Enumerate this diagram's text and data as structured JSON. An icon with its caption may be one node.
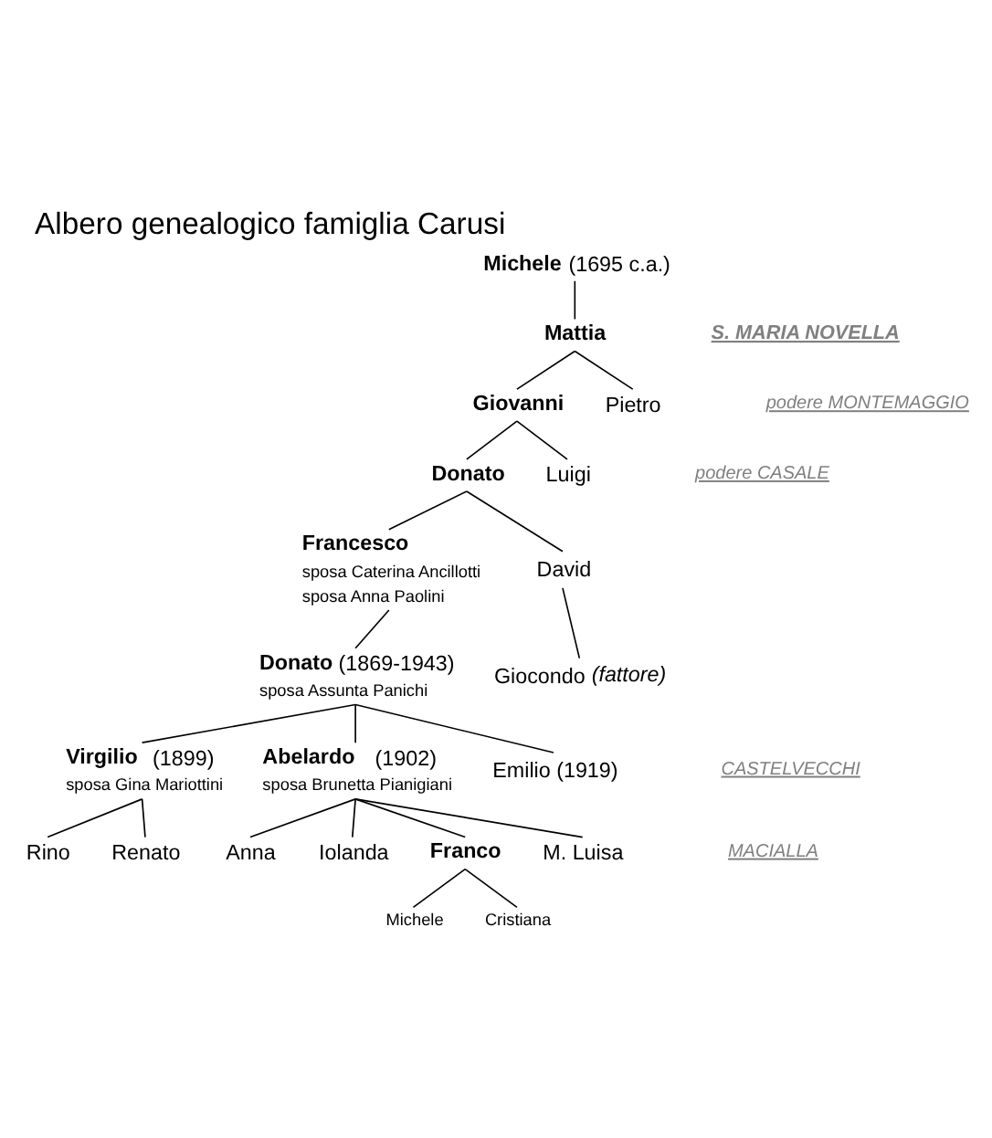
{
  "diagram": {
    "title": "Albero genealogico famiglia Carusi",
    "nodes": [
      {
        "text": [
          "**Michele** (1695 c.a.)"
        ]
      },
      {
        "text": [
          "Mattia"
        ]
      },
      {
        "text": [
          "Giovanni"
        ]
      },
      {
        "text": [
          "Pietro"
        ]
      },
      {
        "text": [
          "Donato"
        ]
      },
      {
        "text": [
          "Luigi"
        ]
      },
      {
        "text": [
          "Francesco",
          "sposa Caterina Ancillotti",
          "sposa Anna Paolini"
        ]
      },
      {
        "text": [
          "David"
        ]
      },
      {
        "text": [
          "**Donato** (1869-1943)",
          "sposa Assunta Panichi"
        ]
      },
      {
        "text": [
          "Giocondo *(fattore)*"
        ]
      },
      {
        "text": [
          "**Virgilio** (1899)",
          "sposa Gina Mariottini"
        ]
      },
      {
        "text": [
          "**Abelardo** (1902)",
          "sposa Brunetta Pianigiani"
        ]
      },
      {
        "text": [
          "Emilio (1919)"
        ]
      },
      {
        "text": [
          "Rino"
        ]
      },
      {
        "text": [
          "Renato"
        ]
      },
      {
        "text": [
          "Anna"
        ]
      },
      {
        "text": [
          "Iolanda"
        ]
      },
      {
        "text": [
          "Franco"
        ]
      },
      {
        "text": [
          "M. Luisa"
        ]
      },
      {
        "text": [
          "Michele"
        ]
      },
      {
        "text": [
          "Cristiana"
        ]
      }
    ],
    "edges": [
      {
        "from": 0,
        "to": 1,
        "arrow": "none"
      },
      {
        "from": 1,
        "to": 2,
        "arrow": "none"
      },
      {
        "from": 1,
        "to": 3,
        "arrow": "none"
      },
      {
        "from": 2,
        "to": 4,
        "arrow": "none"
      },
      {
        "from": 2,
        "to": 5,
        "arrow": "none"
      },
      {
        "from": 4,
        "to": 6,
        "arrow": "none"
      },
      {
        "from": 4,
        "to": 7,
        "arrow": "none"
      },
      {
        "from": 6,
        "to": 8,
        "arrow": "none"
      },
      {
        "from": 7,
        "to": 9,
        "arrow": "none"
      },
      {
        "from": 8,
        "to": 10,
        "arrow": "none"
      },
      {
        "from": 8,
        "to": 11,
        "arrow": "none"
      },
      {
        "from": 8,
        "to": 12,
        "arrow": "none"
      },
      {
        "from": 10,
        "to": 13,
        "arrow": "none"
      },
      {
        "from": 10,
        "to": 14,
        "arrow": "none"
      },
      {
        "from": 11,
        "to": 15,
        "arrow": "none"
      },
      {
        "from": 11,
        "to": 16,
        "arrow": "none"
      },
      {
        "from": 11,
        "to": 17,
        "arrow": "none"
      },
      {
        "from": 11,
        "to": 18,
        "arrow": "none"
      },
      {
        "from": 17,
        "to": 19,
        "arrow": "none"
      },
      {
        "from": 17,
        "to": 20,
        "arrow": "none"
      }
    ],
    "labels": [
      "S. MARIA NOVELLA",
      "podere MONTEMAGGIO",
      "podere CASALE",
      "CASTELVECCHI",
      "MACIALLA"
    ]
  }
}
